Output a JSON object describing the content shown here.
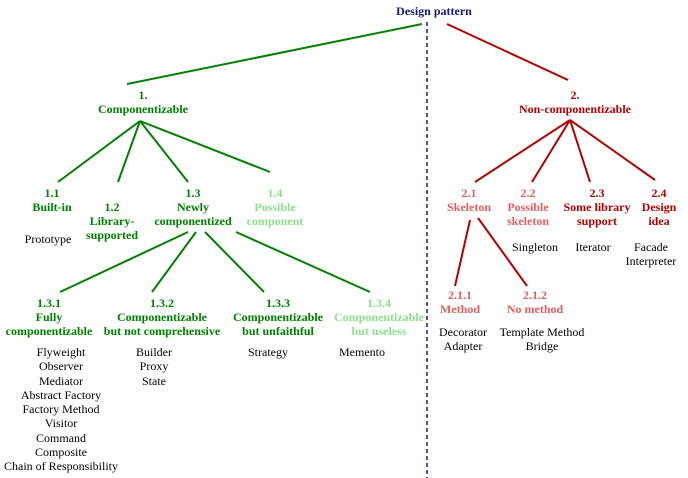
{
  "root": "Design pattern",
  "colors": {
    "green": "#008000",
    "light_green": "#8ee08e",
    "red": "#b30000",
    "light_red": "#e36060",
    "root": "#1a1a7a",
    "divider": "#1a1a7a"
  },
  "n1": {
    "num": "1.",
    "label": "Componentizable"
  },
  "n11": {
    "num": "1.1",
    "label": "Built-in",
    "patterns": [
      "Prototype"
    ]
  },
  "n12": {
    "num": "1.2",
    "label": "Library-\nsupported"
  },
  "n13": {
    "num": "1.3",
    "label": "Newly\ncomponentized"
  },
  "n14": {
    "num": "1.4",
    "label": "Possible\ncomponent"
  },
  "n131": {
    "num": "1.3.1",
    "label": "Fully\ncomponentizable",
    "patterns": [
      "Flyweight",
      "Observer",
      "Mediator",
      "Abstract Factory",
      "Factory Method",
      "Visitor",
      "Command",
      "Composite",
      "Chain of Responsibility"
    ]
  },
  "n132": {
    "num": "1.3.2",
    "label": "Componentizable\nbut not comprehensive",
    "patterns": [
      "Builder",
      "Proxy",
      "State"
    ]
  },
  "n133": {
    "num": "1.3.3",
    "label": "Componentizable\nbut unfaithful",
    "patterns": [
      "Strategy"
    ]
  },
  "n134": {
    "num": "1.3.4",
    "label": "Componentizable\nbut useless",
    "patterns": [
      "Memento"
    ]
  },
  "n2": {
    "num": "2.",
    "label": "Non-componentizable"
  },
  "n21": {
    "num": "2.1",
    "label": "Skeleton"
  },
  "n22": {
    "num": "2.2",
    "label": "Possible\nskeleton",
    "patterns": [
      "Singleton"
    ]
  },
  "n23": {
    "num": "2.3",
    "label": "Some library\nsupport",
    "patterns": [
      "Iterator"
    ]
  },
  "n24": {
    "num": "2.4",
    "label": "Design\nidea",
    "patterns": [
      "Facade",
      "Interpreter"
    ]
  },
  "n211": {
    "num": "2.1.1",
    "label": "Method",
    "patterns": [
      "Decorator",
      "Adapter"
    ]
  },
  "n212": {
    "num": "2.1.2",
    "label": "No method",
    "patterns": [
      "Template Method",
      "Bridge"
    ]
  }
}
